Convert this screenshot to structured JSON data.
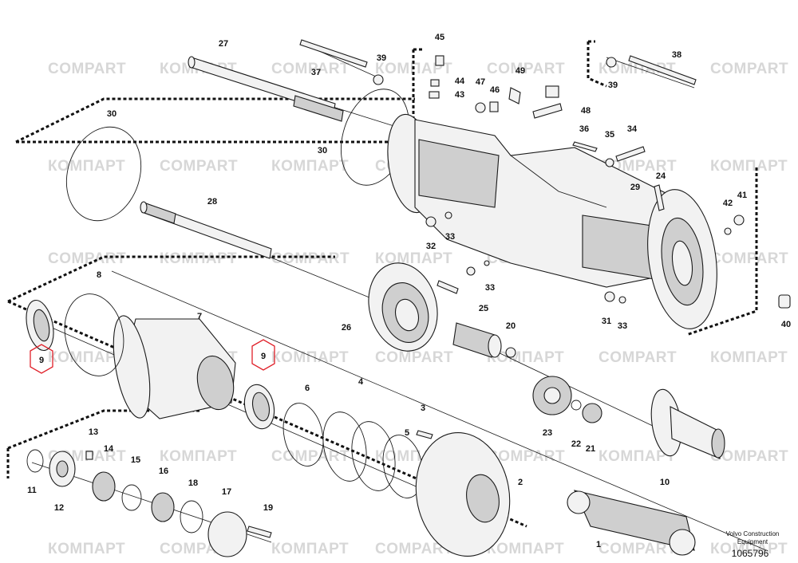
{
  "watermarks": [
    {
      "text": "COMPART"
    },
    {
      "text": "КОМПАРТ"
    }
  ],
  "callouts": [
    "1",
    "2",
    "3",
    "4",
    "5",
    "6",
    "7",
    "8",
    "9",
    "10",
    "11",
    "12",
    "13",
    "14",
    "15",
    "16",
    "17",
    "18",
    "19",
    "20",
    "21",
    "22",
    "23",
    "24",
    "25",
    "26",
    "27",
    "28",
    "29",
    "30",
    "31",
    "32",
    "33",
    "34",
    "35",
    "36",
    "37",
    "38",
    "39",
    "40",
    "41",
    "42",
    "43",
    "44",
    "45",
    "46",
    "47",
    "48",
    "49"
  ],
  "credit": {
    "line1": "Volvo Construction",
    "line2": "Equipment",
    "document_number": "1065796"
  },
  "highlighted_callouts": [
    "9",
    "9"
  ]
}
